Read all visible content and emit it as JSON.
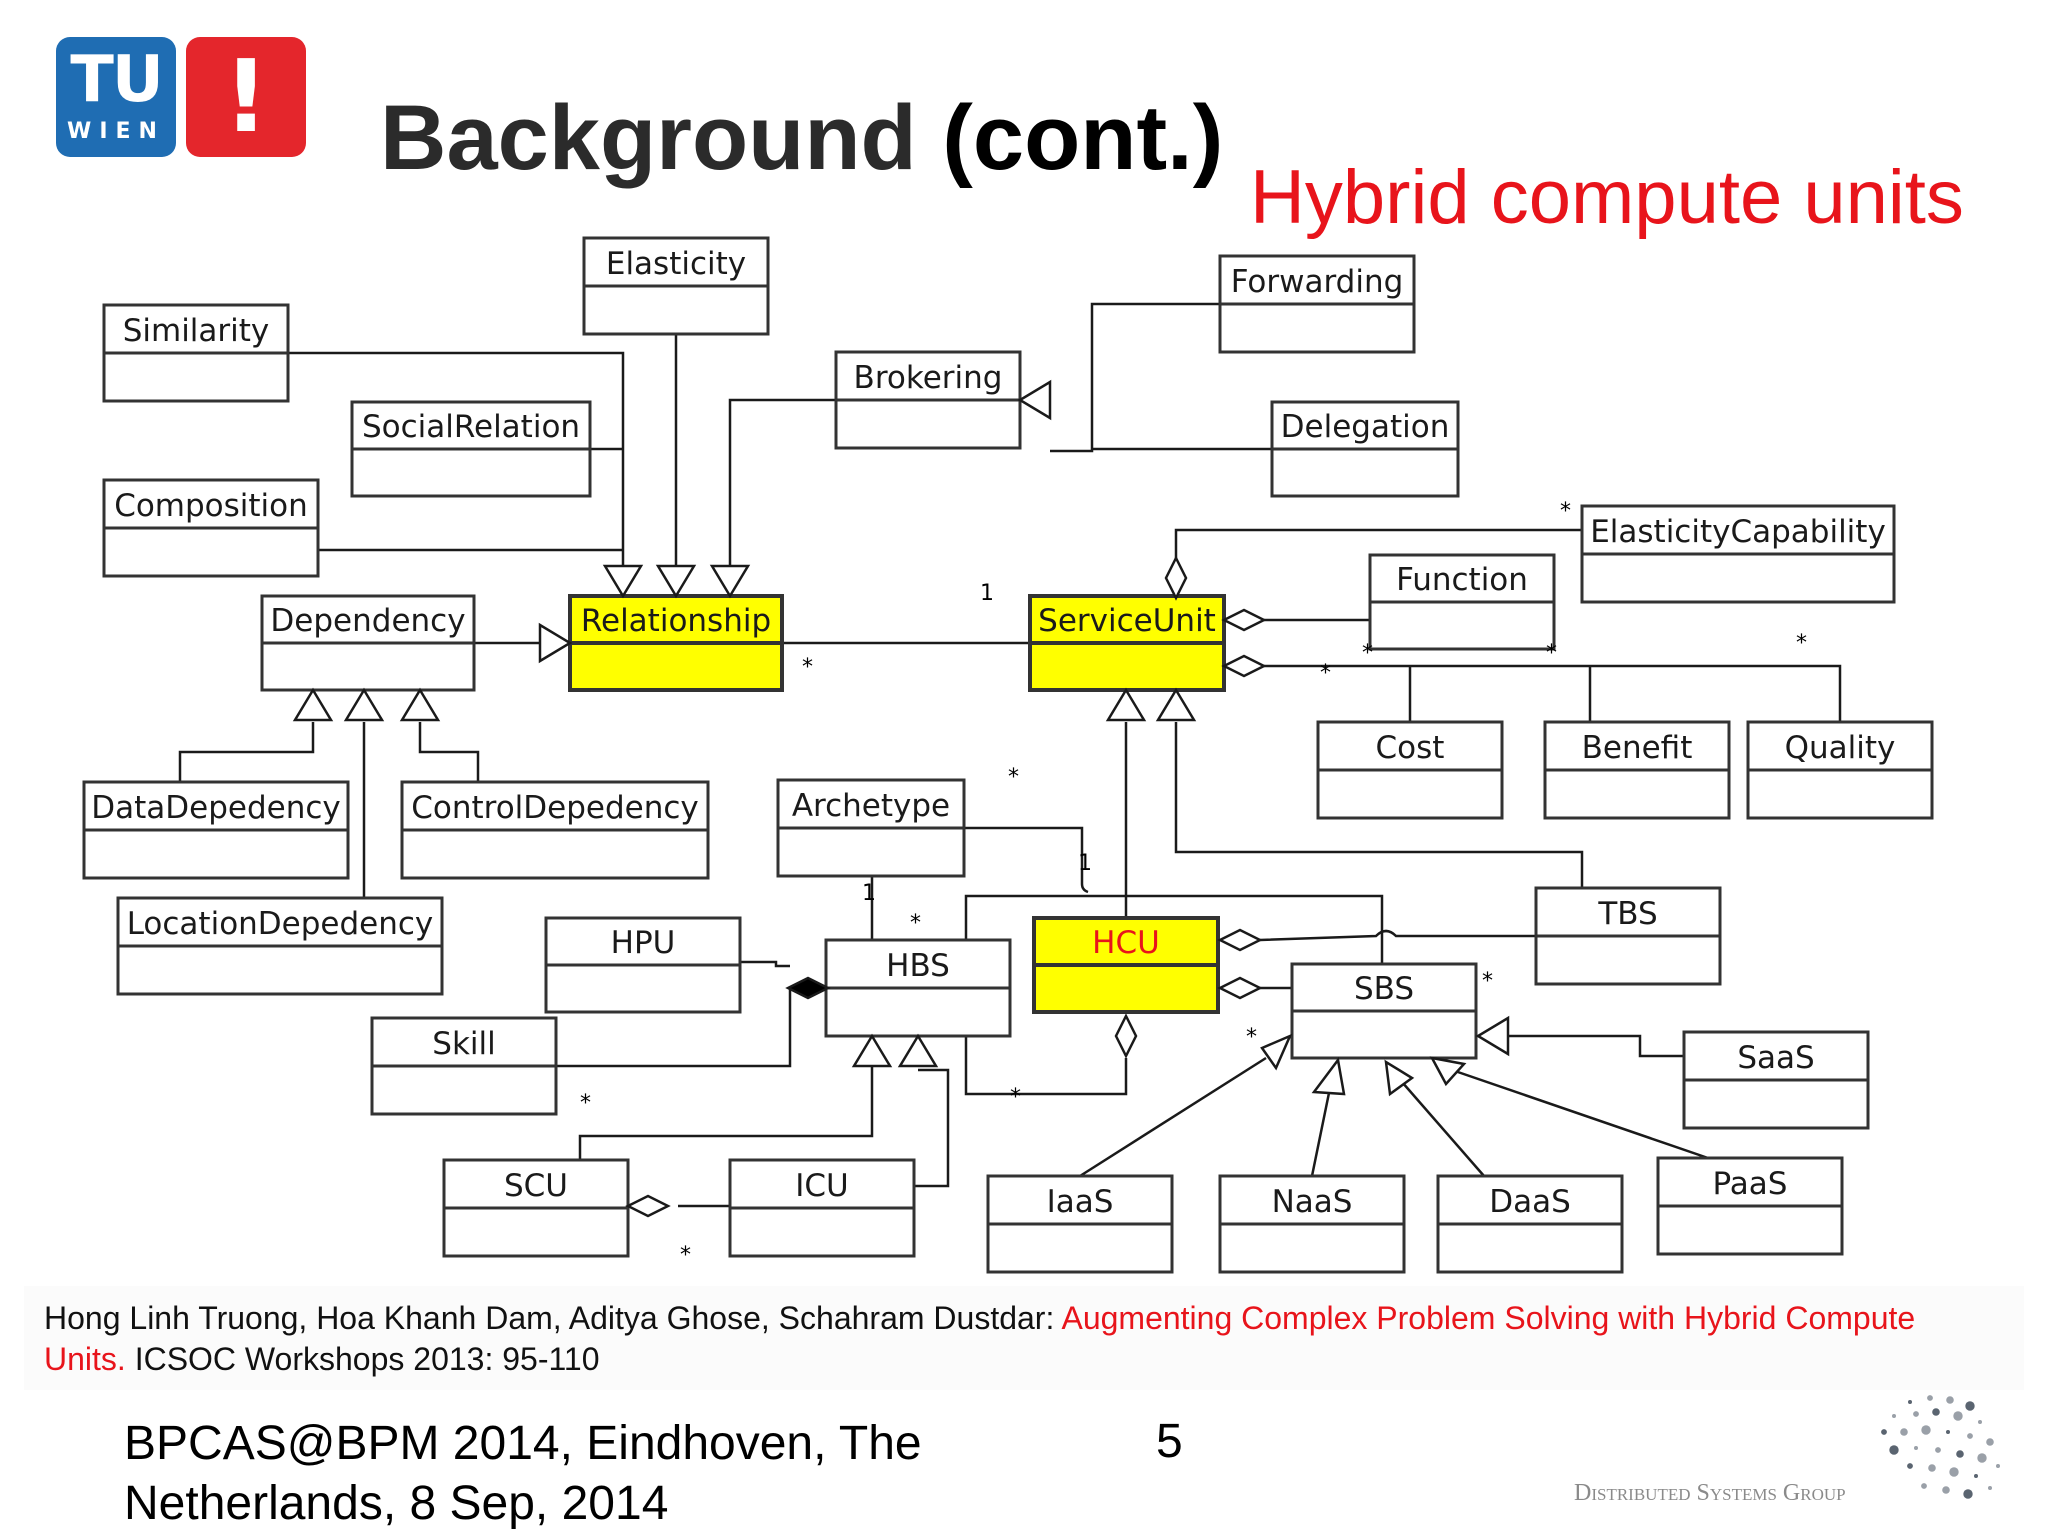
{
  "logo": {
    "tu_text": "TU",
    "wien_text": "WIEN",
    "mark": "!"
  },
  "title": {
    "main": "Background",
    "cont": "(cont.)"
  },
  "subtitle": "Hybrid compute units",
  "colors": {
    "title": "#2b2b2b",
    "accent_red": "#e8141b",
    "highlight_yellow": "#ffff00",
    "tu_blue": "#1f6db3"
  },
  "classes": [
    {
      "id": "elasticity",
      "name": "Elasticity",
      "highlight": false
    },
    {
      "id": "forwarding",
      "name": "Forwarding",
      "highlight": false
    },
    {
      "id": "similarity",
      "name": "Similarity",
      "highlight": false
    },
    {
      "id": "brokering",
      "name": "Brokering",
      "highlight": false
    },
    {
      "id": "socialrelation",
      "name": "SocialRelation",
      "highlight": false
    },
    {
      "id": "delegation",
      "name": "Delegation",
      "highlight": false
    },
    {
      "id": "composition",
      "name": "Composition",
      "highlight": false
    },
    {
      "id": "elasticitycapability",
      "name": "ElasticityCapability",
      "highlight": false
    },
    {
      "id": "function",
      "name": "Function",
      "highlight": false
    },
    {
      "id": "dependency",
      "name": "Dependency",
      "highlight": false
    },
    {
      "id": "relationship",
      "name": "Relationship",
      "highlight": true
    },
    {
      "id": "serviceunit",
      "name": "ServiceUnit",
      "highlight": true
    },
    {
      "id": "cost",
      "name": "Cost",
      "highlight": false
    },
    {
      "id": "benefit",
      "name": "Benefit",
      "highlight": false
    },
    {
      "id": "quality",
      "name": "Quality",
      "highlight": false
    },
    {
      "id": "datadepedency",
      "name": "DataDepedency",
      "highlight": false
    },
    {
      "id": "controldepedency",
      "name": "ControlDepedency",
      "highlight": false
    },
    {
      "id": "archetype",
      "name": "Archetype",
      "highlight": false
    },
    {
      "id": "tbs",
      "name": "TBS",
      "highlight": false
    },
    {
      "id": "locationdepedency",
      "name": "LocationDepedency",
      "highlight": false
    },
    {
      "id": "hpu",
      "name": "HPU",
      "highlight": false
    },
    {
      "id": "hbs",
      "name": "HBS",
      "highlight": false
    },
    {
      "id": "hcu",
      "name": "HCU",
      "highlight": true
    },
    {
      "id": "sbs",
      "name": "SBS",
      "highlight": false
    },
    {
      "id": "skill",
      "name": "Skill",
      "highlight": false
    },
    {
      "id": "saas",
      "name": "SaaS",
      "highlight": false
    },
    {
      "id": "scu",
      "name": "SCU",
      "highlight": false
    },
    {
      "id": "icu",
      "name": "ICU",
      "highlight": false
    },
    {
      "id": "iaas",
      "name": "IaaS",
      "highlight": false
    },
    {
      "id": "naas",
      "name": "NaaS",
      "highlight": false
    },
    {
      "id": "daas",
      "name": "DaaS",
      "highlight": false
    },
    {
      "id": "paas",
      "name": "PaaS",
      "highlight": false
    }
  ],
  "multiplicities": [
    {
      "id": "rel-su-1",
      "text": "1"
    },
    {
      "id": "rel-su-star",
      "text": "*"
    },
    {
      "id": "ec-star",
      "text": "*"
    },
    {
      "id": "cost-star",
      "text": "*"
    },
    {
      "id": "benefit-star",
      "text": "*"
    },
    {
      "id": "quality-star",
      "text": "*"
    },
    {
      "id": "su-star",
      "text": "*"
    },
    {
      "id": "arch-star",
      "text": "*"
    },
    {
      "id": "arch-1",
      "text": "1"
    },
    {
      "id": "hbs-1",
      "text": "1"
    },
    {
      "id": "hbs-star",
      "text": "*"
    },
    {
      "id": "skill-star",
      "text": "*"
    },
    {
      "id": "hcu-hbs-star",
      "text": "*"
    },
    {
      "id": "sbs-star",
      "text": "*"
    },
    {
      "id": "sbs-left-star",
      "text": "*"
    },
    {
      "id": "scu-star",
      "text": "*"
    }
  ],
  "citation": {
    "authors": "Hong Linh Truong, Hoa Khanh Dam, Aditya Ghose, Schahram Dustdar: ",
    "paper": "Augmenting Complex Problem Solving with Hybrid Compute Units.",
    "venue": " ICSOC Workshops 2013: 95-110"
  },
  "footer": {
    "venue_line1": "BPCAS@BPM 2014, Eindhoven, The",
    "venue_line2": "Netherlands,  8 Sep, 2014",
    "page_number": "5",
    "group_name": "Distributed Systems Group"
  }
}
